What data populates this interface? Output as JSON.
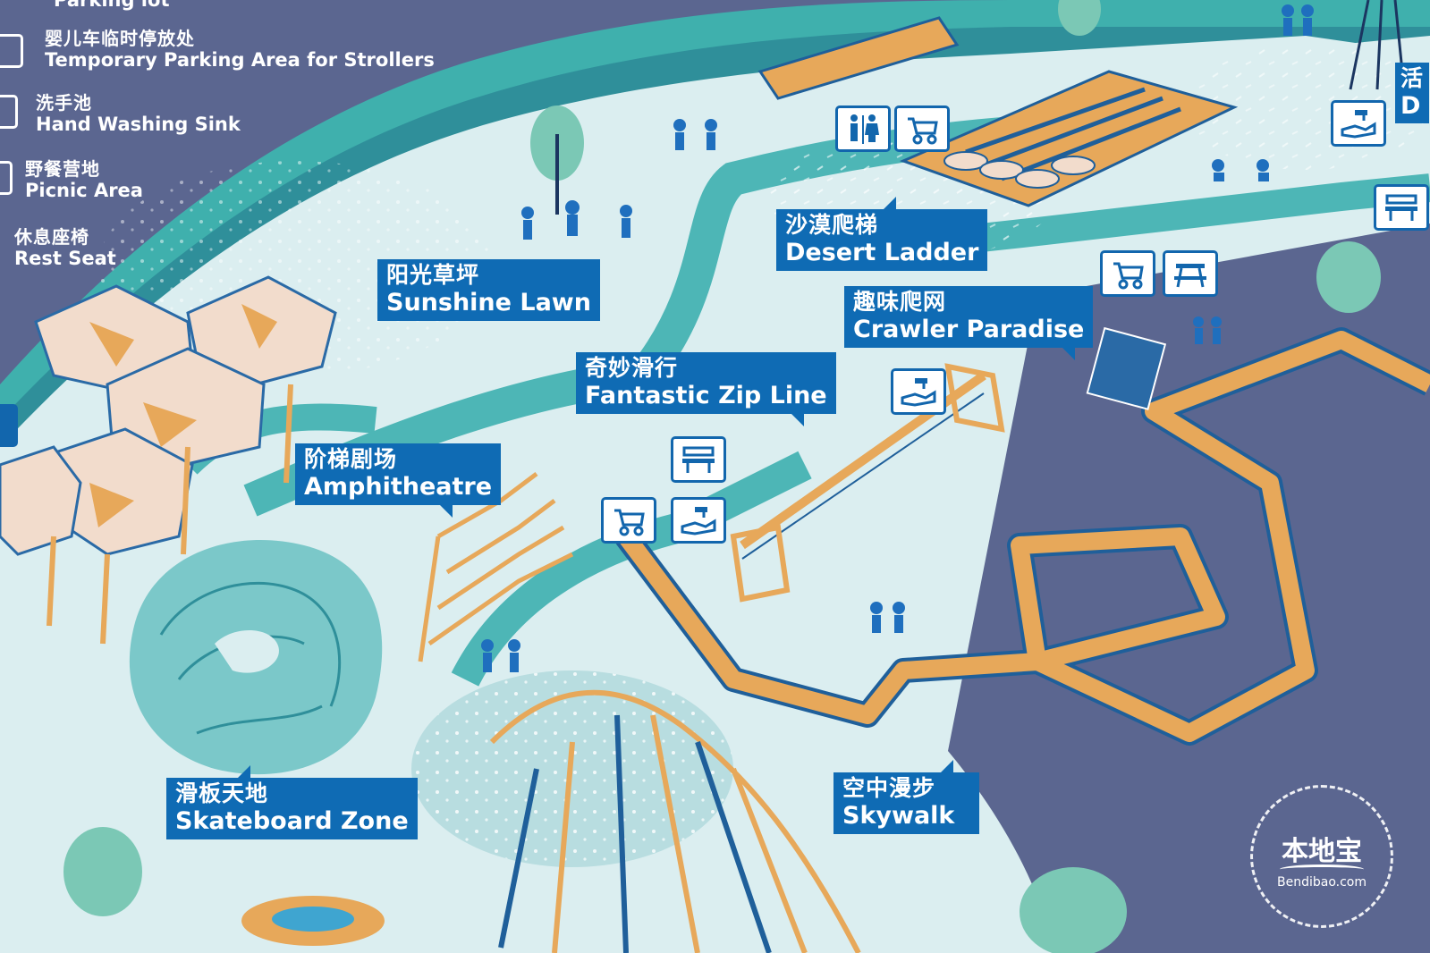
{
  "legend": [
    {
      "zh": "",
      "en": "Parking lot",
      "icon": "parking-icon"
    },
    {
      "zh": "婴儿车临时停放处",
      "en": "Temporary Parking Area for Strollers",
      "icon": "stroller-icon"
    },
    {
      "zh": "洗手池",
      "en": "Hand Washing Sink",
      "icon": "hand-washing-icon"
    },
    {
      "zh": "野餐营地",
      "en": "Picnic Area",
      "icon": "picnic-icon"
    },
    {
      "zh": "休息座椅",
      "en": "Rest Seat",
      "icon": "rest-seat-icon"
    }
  ],
  "labels": {
    "sunshine_lawn": {
      "zh": "阳光草坪",
      "en": "Sunshine Lawn"
    },
    "desert_ladder": {
      "zh": "沙漠爬梯",
      "en": "Desert Ladder"
    },
    "crawler_paradise": {
      "zh": "趣味爬网",
      "en": "Crawler Paradise"
    },
    "zip_line": {
      "zh": "奇妙滑行",
      "en": "Fantastic Zip Line"
    },
    "amphitheatre": {
      "zh": "阶梯剧场",
      "en": "Amphitheatre"
    },
    "skateboard": {
      "zh": "滑板天地",
      "en": "Skateboard Zone"
    },
    "skywalk": {
      "zh": "空中漫步",
      "en": "Skywalk"
    }
  },
  "edge_labels": {
    "zh_fragment": "活",
    "en_fragment": "D"
  },
  "watermark": {
    "zh": "本地宝",
    "en": "Bendibao.com"
  },
  "colors": {
    "background_navy": "#5b6690",
    "river_teal": "#4db6b6",
    "ground_pale": "#dbeef0",
    "label_blue": "#0f6bb4",
    "wood_orange": "#e7a85a",
    "icon_blue": "#1266ad"
  }
}
